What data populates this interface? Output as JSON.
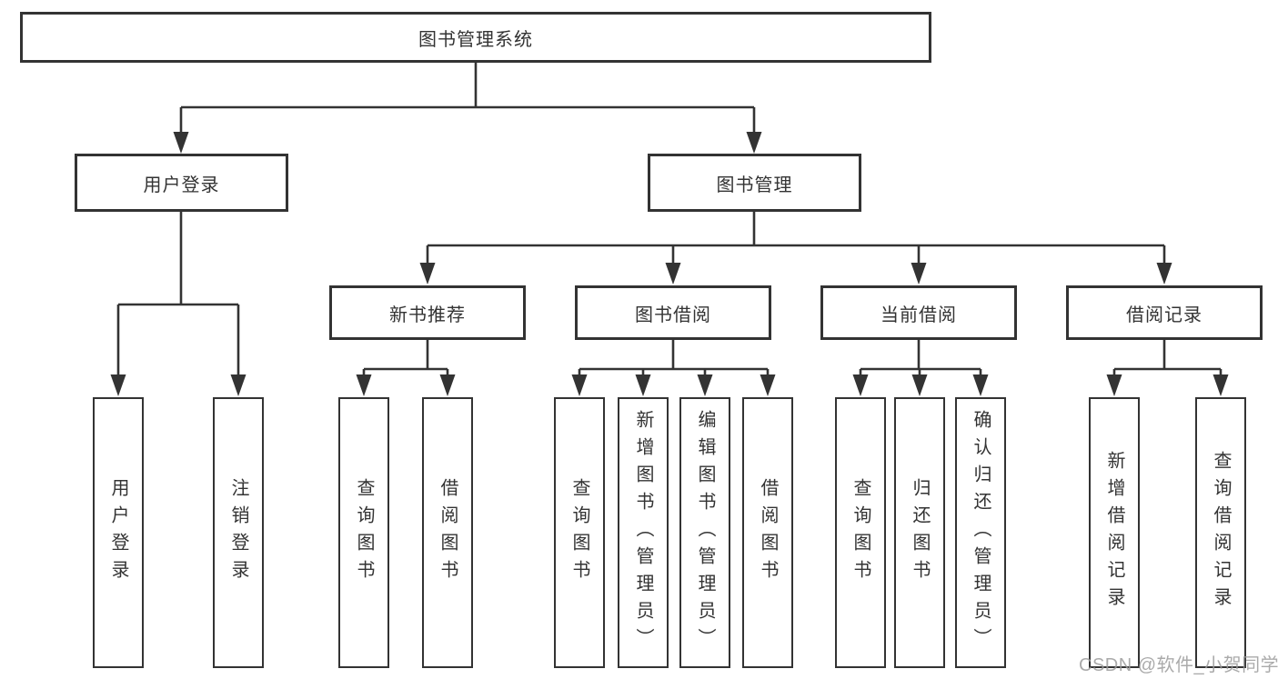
{
  "diagram_title": "图书管理系统",
  "tree": {
    "root": {
      "label": "图书管理系统"
    },
    "branches": [
      {
        "label": "用户登录",
        "leaves": [
          {
            "label": "用户登录"
          },
          {
            "label": "注销登录"
          }
        ]
      },
      {
        "label": "图书管理",
        "groups": [
          {
            "label": "新书推荐",
            "leaves": [
              {
                "label": "查询图书"
              },
              {
                "label": "借阅图书"
              }
            ]
          },
          {
            "label": "图书借阅",
            "leaves": [
              {
                "label": "查询图书"
              },
              {
                "label": "新增图书（管理员）"
              },
              {
                "label": "编辑图书（管理员）"
              },
              {
                "label": "借阅图书"
              }
            ]
          },
          {
            "label": "当前借阅",
            "leaves": [
              {
                "label": "查询图书"
              },
              {
                "label": "归还图书"
              },
              {
                "label": "确认归还（管理员）"
              }
            ]
          },
          {
            "label": "借阅记录",
            "leaves": [
              {
                "label": "新增借阅记录"
              },
              {
                "label": "查询借阅记录"
              }
            ]
          }
        ]
      }
    ]
  },
  "watermark": {
    "text": "CSDN @软件_小贺同学",
    "color": "#9c9c9c"
  },
  "colors": {
    "line": "#333333",
    "text": "#333333",
    "node_border": "#333333",
    "background": "#ffffff"
  }
}
